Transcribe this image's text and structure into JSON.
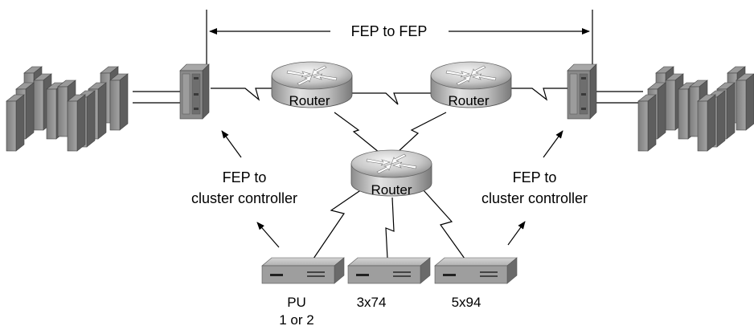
{
  "diagram": {
    "top_label": "FEP to FEP",
    "left_annotation": [
      "FEP to",
      "cluster controller"
    ],
    "right_annotation": [
      "FEP to",
      "cluster controller"
    ],
    "routers": [
      {
        "label": "Router"
      },
      {
        "label": "Router"
      },
      {
        "label": "Router"
      }
    ],
    "devices": [
      {
        "label_lines": [
          "PU",
          "1 or 2"
        ]
      },
      {
        "label_lines": [
          "3x74"
        ]
      },
      {
        "label_lines": [
          "5x94"
        ]
      }
    ]
  }
}
